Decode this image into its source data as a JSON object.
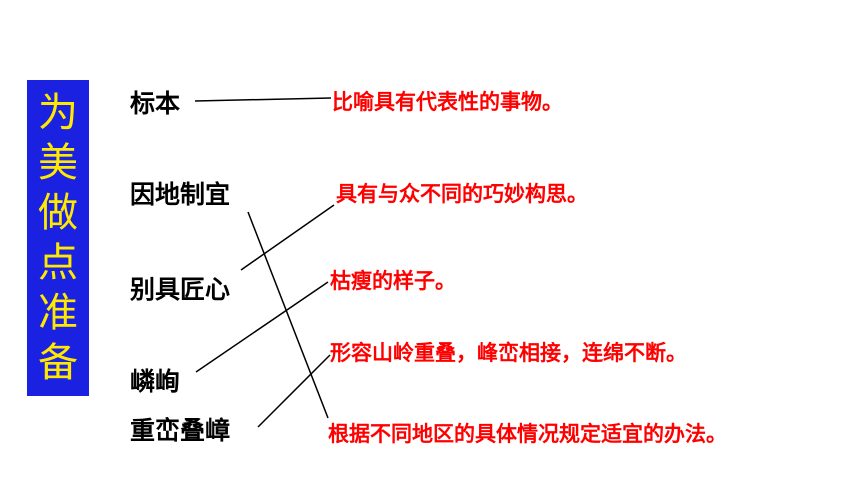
{
  "banner": {
    "chars": [
      "为",
      "美",
      "做",
      "点",
      "准",
      "备"
    ]
  },
  "terms": [
    "标本",
    "因地制宜",
    "别具匠心",
    "嶙峋",
    "重峦叠嶂"
  ],
  "definitions": [
    "比喻具有代表性的事物。",
    "具有与众不同的巧妙构思。",
    "枯瘦的样子。",
    "形容山岭重叠，峰峦相接，连绵不断。",
    "根据不同地区的具体情况规定适宜的办法。"
  ],
  "colors": {
    "banner_bg": "#1a21e0",
    "banner_text": "#ffe900",
    "term_text": "#000000",
    "definition_text": "#ff0000"
  }
}
